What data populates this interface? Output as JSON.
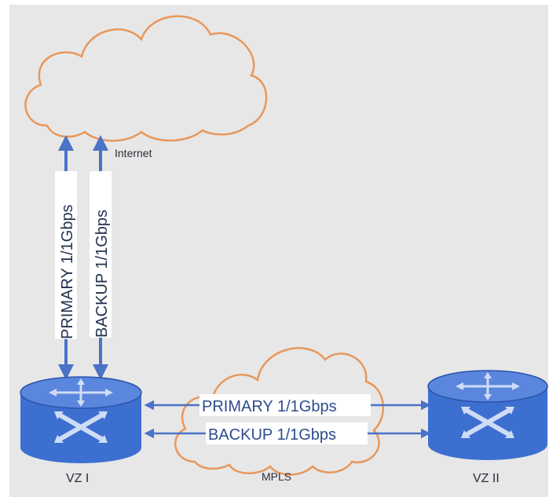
{
  "diagram": {
    "labels": {
      "internet": "Internet",
      "mpls": "MPLS",
      "vz1": "VZ I",
      "vz2": "VZ II"
    },
    "links": {
      "internet_primary": "PRIMARY 1/1Gbps",
      "internet_backup": "BACKUP 1/1Gbps",
      "mpls_primary": "PRIMARY 1/1Gbps",
      "mpls_backup": "BACKUP 1/1Gbps"
    },
    "colors": {
      "background": "#e7e7e7",
      "cloud_stroke": "#e8975a",
      "link": "#4a72c7",
      "router_fill": "#3d6fd1",
      "router_top": "#5a86dd",
      "router_edge": "#2a55ad",
      "router_glyph": "#cfdcf6"
    },
    "icons": {
      "router": "router-icon",
      "cloud": "cloud-icon"
    }
  }
}
